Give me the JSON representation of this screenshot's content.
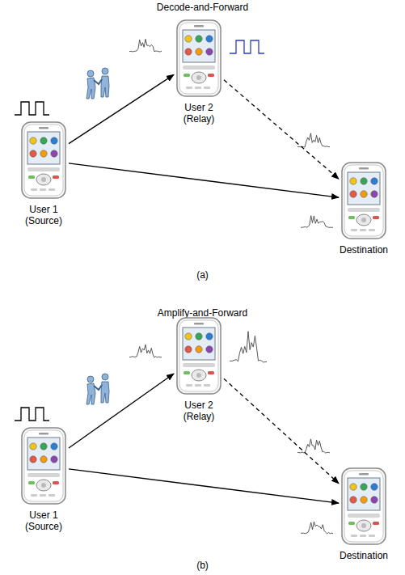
{
  "diagram": {
    "nodes": [
      {
        "text": [
          "User 1 (Source)"
        ]
      },
      {
        "text": [
          "User 2 (Relay)"
        ]
      },
      {
        "text": [
          "Destination"
        ]
      },
      {
        "text": [
          "User 1 (Source)"
        ]
      },
      {
        "text": [
          "User 2 (Relay)"
        ]
      },
      {
        "text": [
          "Destination"
        ]
      }
    ],
    "edges": [
      {
        "from": 0,
        "to": 1,
        "arrow": "to"
      },
      {
        "from": 0,
        "to": 2,
        "arrow": "to"
      },
      {
        "from": 1,
        "to": 2,
        "arrow": "to"
      },
      {
        "from": 3,
        "to": 4,
        "arrow": "to"
      },
      {
        "from": 3,
        "to": 5,
        "arrow": "to"
      },
      {
        "from": 4,
        "to": 5,
        "arrow": "to"
      }
    ],
    "labels": [
      "Decode-and-Forward",
      "(a)",
      "Amplify-and-Forward",
      "(b)"
    ]
  }
}
